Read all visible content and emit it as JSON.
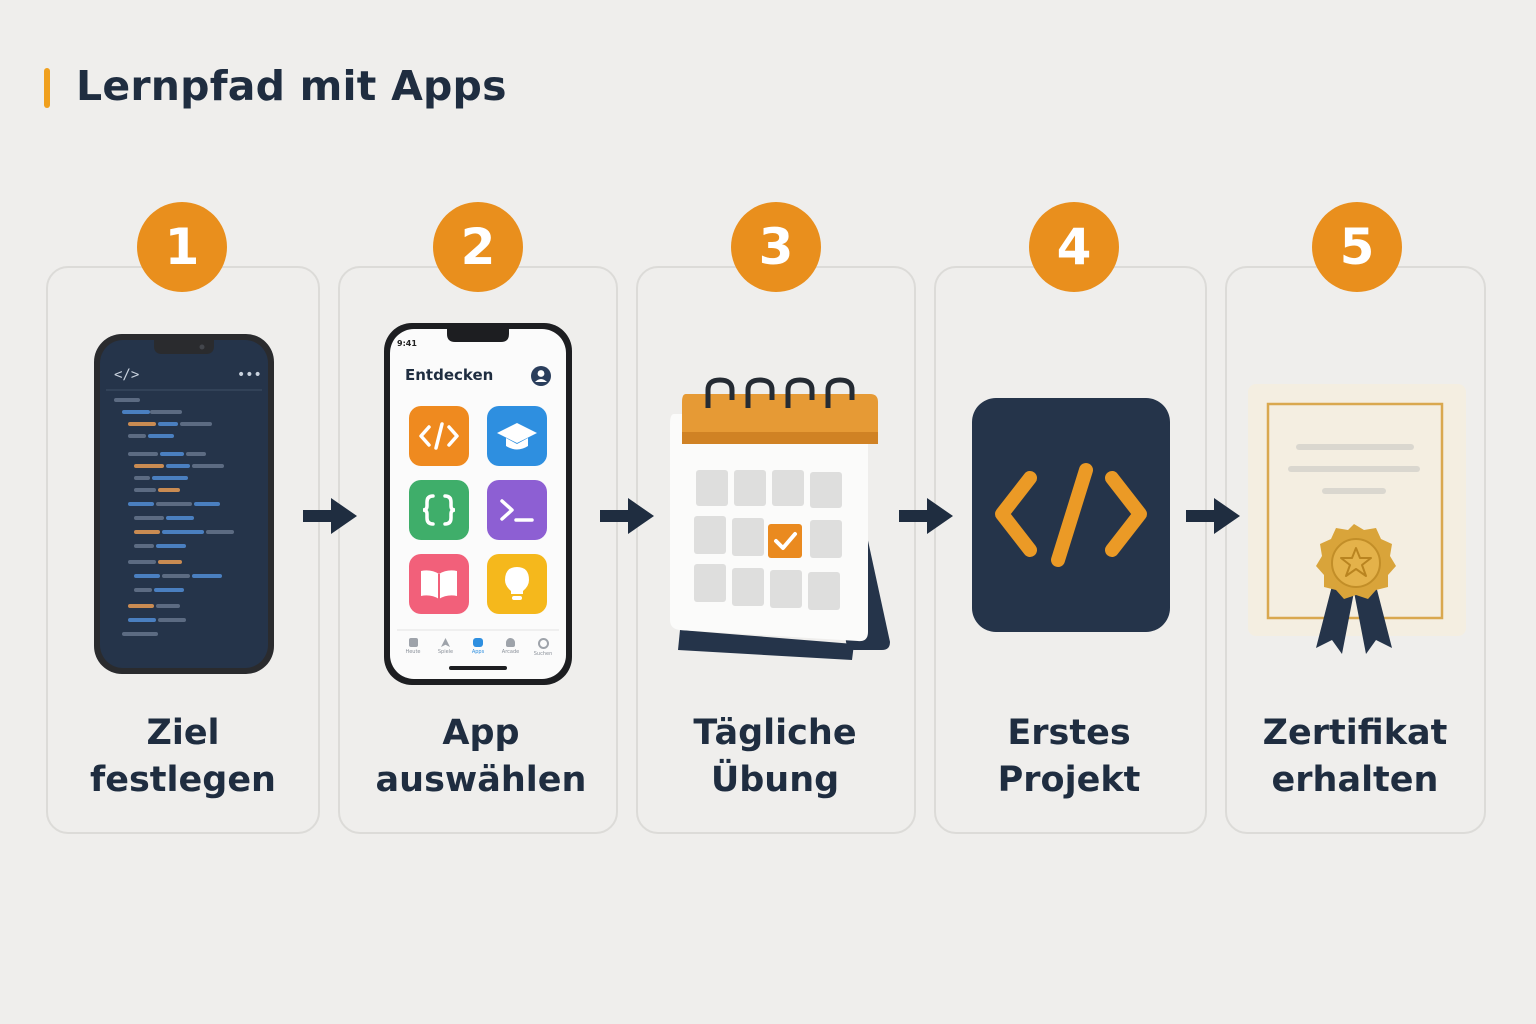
{
  "title": "Lernpfad mit Apps",
  "steps": [
    {
      "number": "1",
      "line1": "Ziel",
      "line2": "festlegen"
    },
    {
      "number": "2",
      "line1": "App",
      "line2": "auswählen"
    },
    {
      "number": "3",
      "line1": "Tägliche",
      "line2": "Übung"
    },
    {
      "number": "4",
      "line1": "Erstes",
      "line2": "Projekt"
    },
    {
      "number": "5",
      "line1": "Zertifikat",
      "line2": "erhalten"
    }
  ],
  "phone1": {
    "code_icon": "</>",
    "menu_icon": "•••"
  },
  "phone2": {
    "status_time": "9:41",
    "header": "Entdecken",
    "apps": [
      {
        "icon": "code-icon",
        "color": "#ef8a1f"
      },
      {
        "icon": "graduation-cap-icon",
        "color": "#2e8fe0"
      },
      {
        "icon": "braces-icon",
        "color": "#3fae6a"
      },
      {
        "icon": "terminal-icon",
        "color": "#8d5fd3"
      },
      {
        "icon": "book-icon",
        "color": "#f2607a"
      },
      {
        "icon": "lightbulb-icon",
        "color": "#f5b81c"
      }
    ],
    "tabs": [
      "Heute",
      "Spiele",
      "Apps",
      "Arcade",
      "Suchen"
    ],
    "active_tab": "Apps"
  },
  "colors": {
    "accent": "#e98f1d",
    "navy": "#1f2d40",
    "background": "#efeeec"
  }
}
